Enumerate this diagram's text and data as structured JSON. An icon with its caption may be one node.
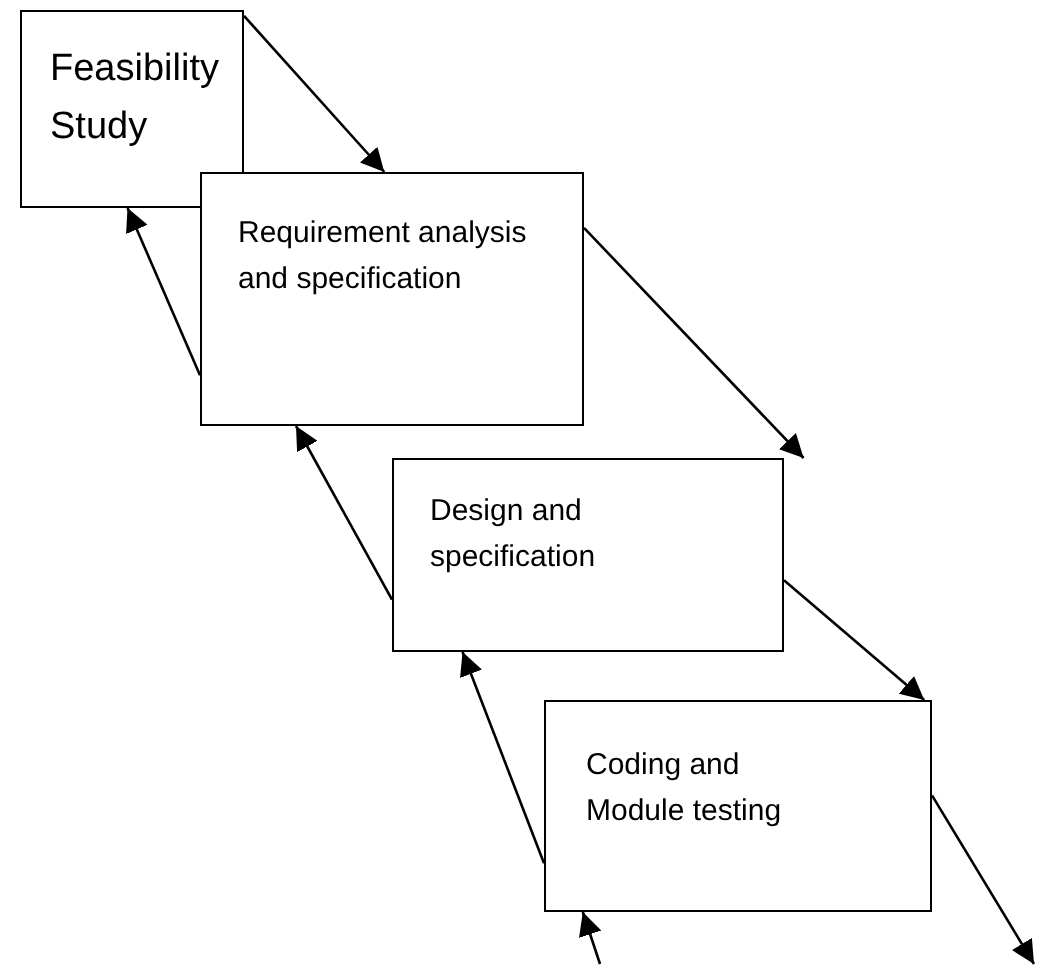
{
  "diagram": {
    "nodes": [
      {
        "text": [
          "Feasibility Study"
        ]
      },
      {
        "text": [
          "Requirement analysis and specification"
        ]
      },
      {
        "text": [
          "Design and specification"
        ]
      },
      {
        "text": [
          "Coding and Module testing"
        ]
      }
    ],
    "edges": [
      {
        "from": 0,
        "to": 1,
        "arrow": "to"
      },
      {
        "from": 1,
        "to": 0,
        "arrow": "to"
      },
      {
        "from": 1,
        "to": 2,
        "arrow": "to"
      },
      {
        "from": 2,
        "to": 1,
        "arrow": "to"
      },
      {
        "from": 2,
        "to": 3,
        "arrow": "to"
      },
      {
        "from": 3,
        "to": 2,
        "arrow": "to"
      },
      {
        "from": 3,
        "to": null,
        "arrow": "to"
      },
      {
        "from": null,
        "to": 3,
        "arrow": "to"
      }
    ]
  }
}
